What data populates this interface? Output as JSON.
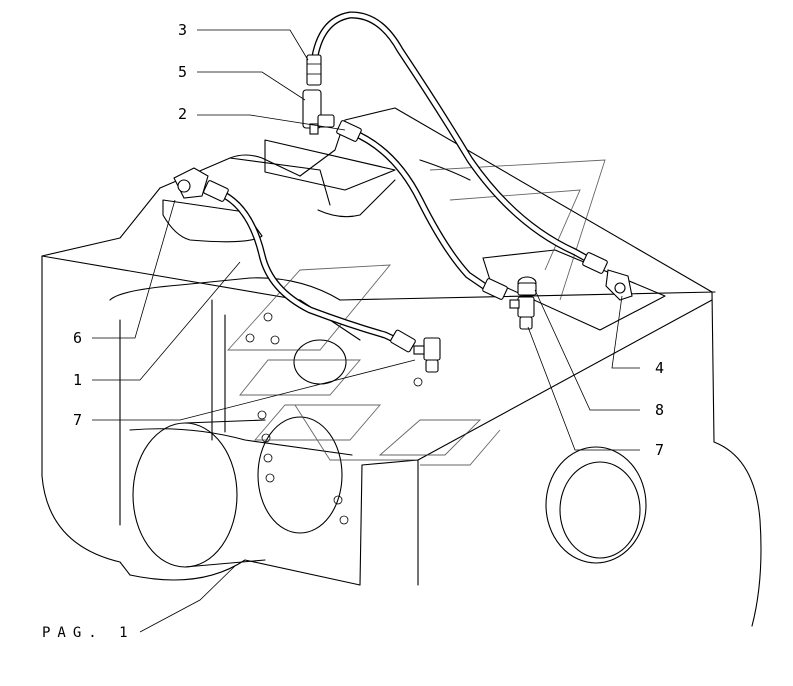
{
  "diagram": {
    "callouts": [
      {
        "id": "c3a",
        "number": "3"
      },
      {
        "id": "c5",
        "number": "5"
      },
      {
        "id": "c2",
        "number": "2"
      },
      {
        "id": "c6",
        "number": "6"
      },
      {
        "id": "c1",
        "number": "1"
      },
      {
        "id": "c7a",
        "number": "7"
      },
      {
        "id": "c4",
        "number": "4"
      },
      {
        "id": "c8",
        "number": "8"
      },
      {
        "id": "c7b",
        "number": "7"
      }
    ],
    "page_reference": "PAG. 1",
    "line_color": "#000000",
    "background_color": "#ffffff"
  }
}
